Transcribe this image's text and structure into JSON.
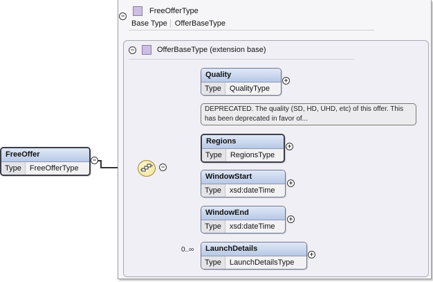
{
  "root_element": {
    "name": "FreeOffer",
    "type_label": "Type",
    "type_value": "FreeOfferType"
  },
  "complex_type": {
    "name": "FreeOfferType",
    "base_label": "Base Type",
    "base_value": "OfferBaseType"
  },
  "extension": {
    "title": "OfferBaseType (extension base)"
  },
  "elements": [
    {
      "name": "Quality",
      "type_label": "Type",
      "type_value": "QualityType",
      "documentation": "DEPRECATED. The quality (SD, HD, UHD, etc) of this offer. This has been deprecated in favor of..."
    },
    {
      "name": "Regions",
      "type_label": "Type",
      "type_value": "RegionsType"
    },
    {
      "name": "WindowStart",
      "type_label": "Type",
      "type_value": "xsd:dateTime"
    },
    {
      "name": "WindowEnd",
      "type_label": "Type",
      "type_value": "xsd:dateTime"
    },
    {
      "name": "LaunchDetails",
      "type_label": "Type",
      "type_value": "LaunchDetailsType",
      "multiplicity": "0..∞"
    }
  ],
  "toggles": {
    "collapse_symbol": "−",
    "expand_symbol": "+"
  },
  "colors": {
    "header_gradient_top": "#dfe8f6",
    "header_gradient_bottom": "#b8c9e6",
    "type_square": "#cdbfe3",
    "compositor": "#f1de8a"
  },
  "icons": {
    "type_icon": "complex-type-square",
    "compositor_icon": "sequence-compositor-icon"
  }
}
